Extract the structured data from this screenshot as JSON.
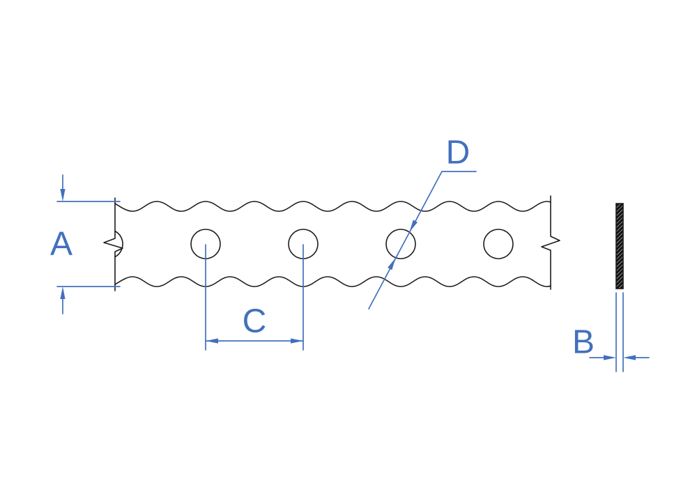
{
  "diagram": {
    "colors": {
      "background": "#ffffff",
      "outline": "#1b1b1d",
      "dimension": "#4270bc",
      "section_fill": "#141414"
    },
    "dimensions": {
      "band_width_label": "A",
      "thickness_label": "B",
      "hole_pitch_label": "C",
      "hole_diameter_label": "D"
    }
  }
}
